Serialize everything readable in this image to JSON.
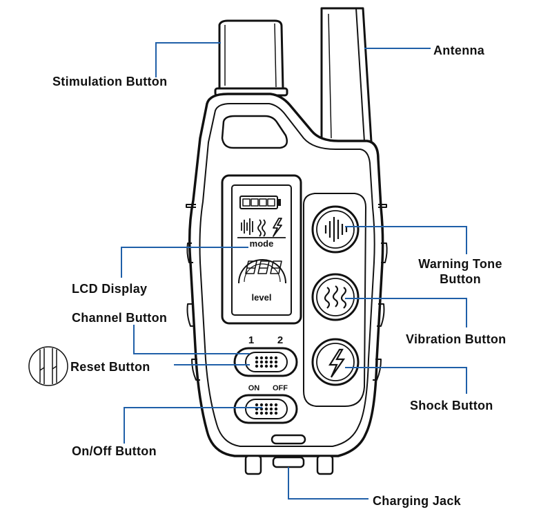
{
  "labels": {
    "antenna": "Antenna",
    "stimulation_button": "Stimulation Button",
    "lcd_display": "LCD Display",
    "channel_button": "Channel Button",
    "reset_button": "Reset Button",
    "on_off_button": "On/Off Button",
    "warning_tone_button_line1": "Warning Tone",
    "warning_tone_button_line2": "Button",
    "vibration_button": "Vibration Button",
    "shock_button": "Shock Button",
    "charging_jack": "Charging Jack"
  },
  "device": {
    "lcd_mode_text": "mode",
    "lcd_level_text": "level",
    "channel_1": "1",
    "channel_2": "2",
    "switch_on": "ON",
    "switch_off": "OFF"
  },
  "colors": {
    "leader_line": "#1f5fa8",
    "outline": "#111111"
  },
  "icons": [
    "warning-tone-icon",
    "vibration-icon",
    "shock-bolt-icon",
    "battery-icon"
  ]
}
